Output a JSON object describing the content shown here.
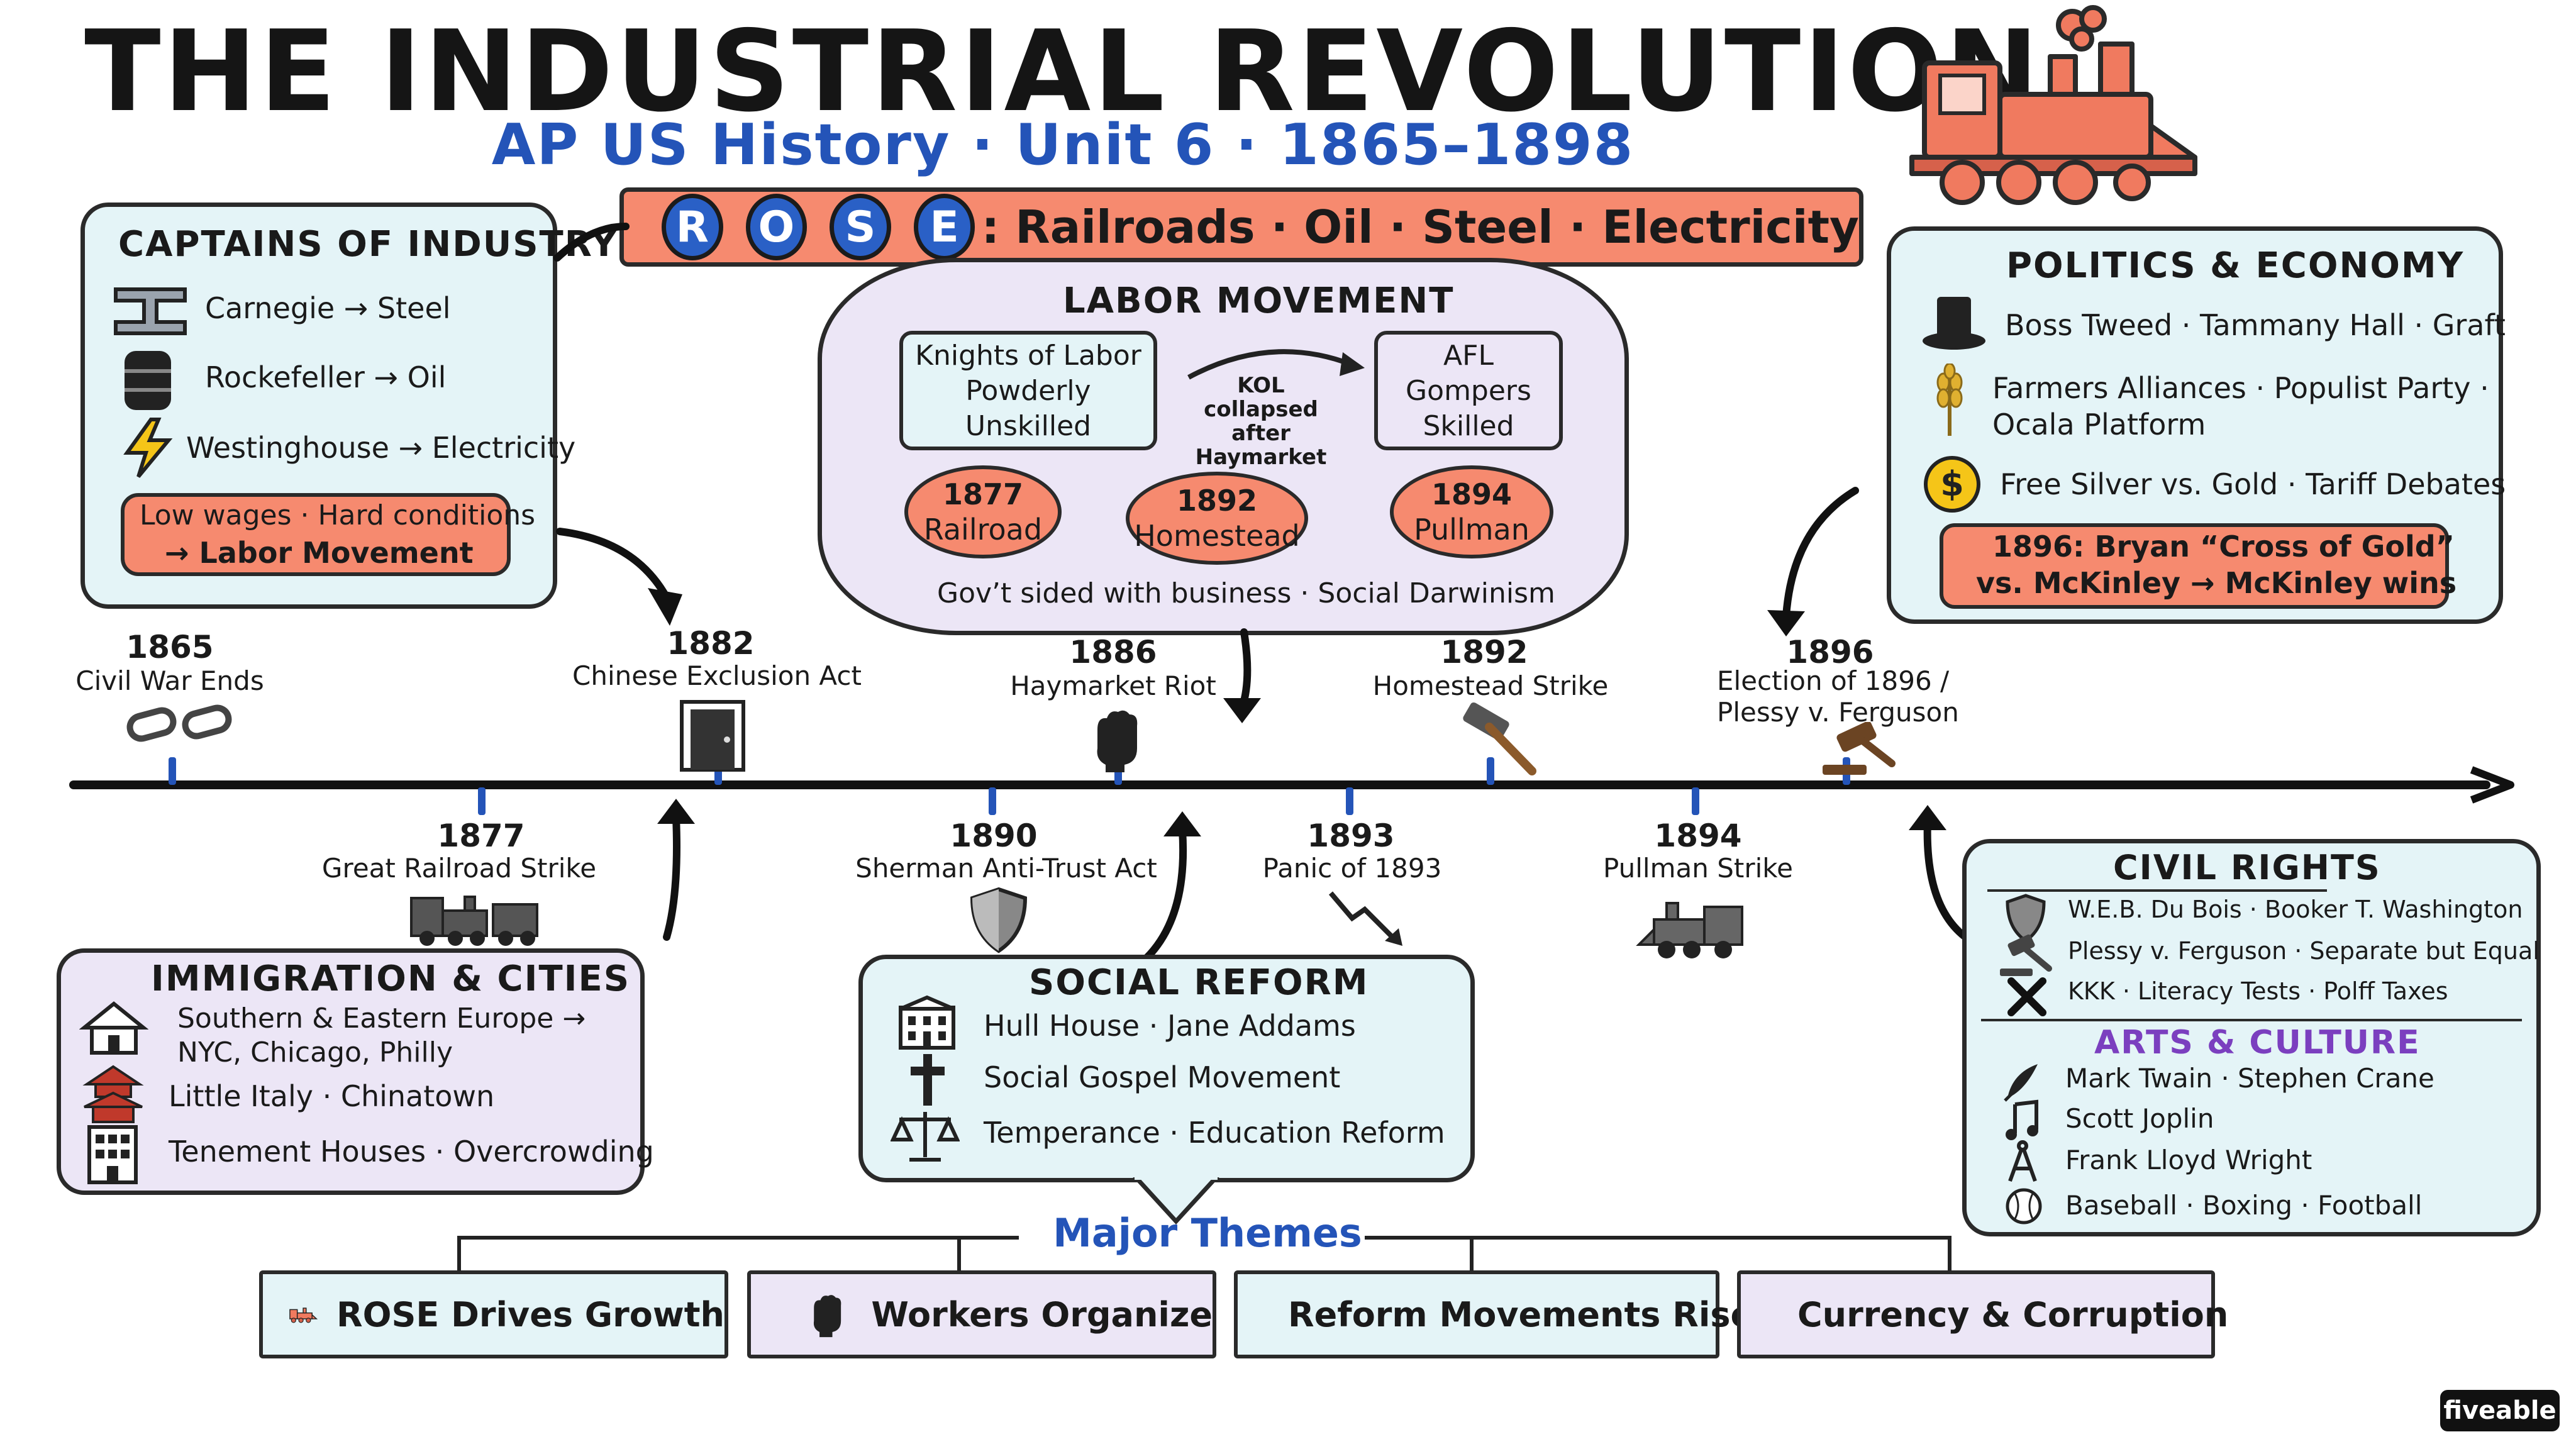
{
  "header": {
    "title": "THE INDUSTRIAL REVOLUTION",
    "subtitle": "AP US History · Unit 6 · 1865–1898",
    "rose_letters": [
      "R",
      "O",
      "S",
      "E"
    ],
    "rose_text": ": Railroads · Oil · Steel · Electricity"
  },
  "captains": {
    "title": "CAPTAINS OF INDUSTRY",
    "items": [
      "Carnegie → Steel",
      "Rockefeller → Oil",
      "Westinghouse → Electricity"
    ],
    "icons": [
      "steel-beam-icon",
      "oil-barrel-icon",
      "lightning-icon"
    ],
    "pill_line1": "Low wages · Hard conditions",
    "pill_line2": "→ Labor Movement"
  },
  "labor": {
    "title": "LABOR  MOVEMENT",
    "kol": [
      "Knights of Labor",
      "Powderly",
      "Unskilled"
    ],
    "arrow_note": [
      "KOL",
      "collapsed",
      "after",
      "Haymarket"
    ],
    "afl": [
      "AFL",
      "Gompers",
      "Skilled"
    ],
    "ovals": [
      {
        "year": "1877",
        "name": "Railroad"
      },
      {
        "year": "1892",
        "name": "Homestead"
      },
      {
        "year": "1894",
        "name": "Pullman"
      }
    ],
    "footer": "Gov’t sided with business · Social Darwinism"
  },
  "politics": {
    "title": "POLITICS & ECONOMY",
    "items": [
      "Boss Tweed · Tammany Hall · Graft",
      "Farmers Alliances · Populist Party ·",
      "Ocala Platform",
      "Free Silver vs. Gold · Tariff Debates"
    ],
    "icons": [
      "top-hat-icon",
      "wheat-icon",
      "dollar-coin-icon"
    ],
    "pill_line1": "1896: Bryan “Cross of Gold”",
    "pill_line2": "vs. McKinley → McKinley wins"
  },
  "timeline": {
    "above": [
      {
        "year": "1865",
        "label": "Civil War Ends",
        "icon": "broken-chain-icon"
      },
      {
        "year": "1882",
        "label": "Chinese Exclusion Act",
        "icon": "door-icon"
      },
      {
        "year": "1886",
        "label": "Haymarket Riot",
        "icon": "fist-icon"
      },
      {
        "year": "1892",
        "label": "Homestead Strike",
        "icon": "hammer-icon"
      },
      {
        "year": "1896",
        "label": "Election of 1896 /",
        "label2": "Plessy v. Ferguson",
        "icon": "gavel-icon"
      }
    ],
    "below": [
      {
        "year": "1877",
        "label": "Great Railroad Strike",
        "icon": "train-icon"
      },
      {
        "year": "1890",
        "label": "Sherman Anti-Trust Act",
        "icon": "shield-icon"
      },
      {
        "year": "1893",
        "label": "Panic of 1893",
        "icon": "down-trend-icon"
      },
      {
        "year": "1894",
        "label": "Pullman Strike",
        "icon": "train-icon"
      }
    ]
  },
  "immigration": {
    "title": "IMMIGRATION & CITIES",
    "items": [
      "Southern & Eastern Europe →",
      "NYC, Chicago, Philly",
      "Little Italy · Chinatown",
      "Tenement Houses · Overcrowding"
    ],
    "icons": [
      "house-icon",
      "pagoda-icon",
      "tenement-icon"
    ]
  },
  "social": {
    "title": "SOCIAL  REFORM",
    "items": [
      "Hull House  ·  Jane Addams",
      "Social Gospel Movement",
      "Temperance  ·  Education Reform"
    ],
    "icons": [
      "building-icon",
      "cross-icon",
      "scales-icon"
    ]
  },
  "civil": {
    "title": "CIVIL RIGHTS",
    "items": [
      "W.E.B. Du Bois · Booker T. Washington",
      "Plessy v. Ferguson · Separate but Equal",
      "KKK · Literacy Tests · Polff Taxes"
    ],
    "icons": [
      "shield-icon",
      "gavel-icon",
      "x-icon"
    ],
    "arts_title": "ARTS & CULTURE",
    "arts": [
      "Mark Twain · Stephen Crane",
      "Scott Joplin",
      "Frank Lloyd Wright",
      "Baseball · Boxing · Football"
    ],
    "arts_icons": [
      "quill-icon",
      "music-note-icon",
      "compass-icon",
      "baseball-icon"
    ]
  },
  "themes": {
    "title": "Major Themes",
    "items": [
      {
        "label": "ROSE Drives Growth",
        "icon": "train-icon",
        "color": "#e4f4f7"
      },
      {
        "label": "Workers Organize",
        "icon": "fist-icon",
        "color": "#ece6f6"
      },
      {
        "label": "Reform Movements Rise",
        "icon": "columns-icon",
        "color": "#e4f4f7"
      },
      {
        "label": "Currency & Corruption",
        "icon": "dollar-coin-icon",
        "color": "#ece6f6"
      }
    ]
  },
  "brand": "fiveable",
  "colors": {
    "accent_blue": "#2454b8",
    "salmon": "#f68a6f",
    "light_blue": "#e4f4f7",
    "lavender": "#ece6f6"
  }
}
